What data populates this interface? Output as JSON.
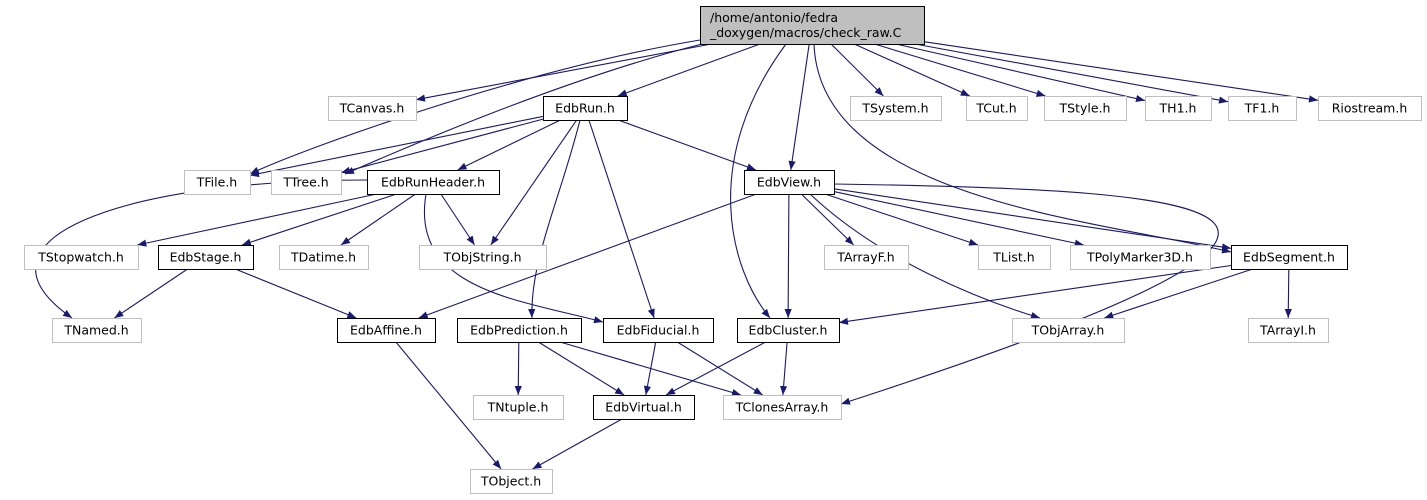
{
  "title": "",
  "colors": {
    "edge": "#191970",
    "root_fill": "#bfbfbf",
    "local_border": "#000000",
    "external_border": "#bfbfbf"
  },
  "nodes": [
    {
      "id": "root",
      "lines": [
        "/home/antonio/fedra",
        "_doxygen/macros/check_raw.C"
      ],
      "kind": "root"
    },
    {
      "id": "tcanvas",
      "lines": [
        "TCanvas.h"
      ],
      "kind": "external"
    },
    {
      "id": "edbrun",
      "lines": [
        "EdbRun.h"
      ],
      "kind": "local"
    },
    {
      "id": "tsystem",
      "lines": [
        "TSystem.h"
      ],
      "kind": "external"
    },
    {
      "id": "tcut",
      "lines": [
        "TCut.h"
      ],
      "kind": "external"
    },
    {
      "id": "tstyle",
      "lines": [
        "TStyle.h"
      ],
      "kind": "external"
    },
    {
      "id": "th1",
      "lines": [
        "TH1.h"
      ],
      "kind": "external"
    },
    {
      "id": "tf1",
      "lines": [
        "TF1.h"
      ],
      "kind": "external"
    },
    {
      "id": "riostream",
      "lines": [
        "Riostream.h"
      ],
      "kind": "external"
    },
    {
      "id": "tfile",
      "lines": [
        "TFile.h"
      ],
      "kind": "external"
    },
    {
      "id": "ttree",
      "lines": [
        "TTree.h"
      ],
      "kind": "external"
    },
    {
      "id": "edbrunheader",
      "lines": [
        "EdbRunHeader.h"
      ],
      "kind": "local"
    },
    {
      "id": "edbview",
      "lines": [
        "EdbView.h"
      ],
      "kind": "local"
    },
    {
      "id": "tstopwatch",
      "lines": [
        "TStopwatch.h"
      ],
      "kind": "external"
    },
    {
      "id": "edbstage",
      "lines": [
        "EdbStage.h"
      ],
      "kind": "local"
    },
    {
      "id": "tdatime",
      "lines": [
        "TDatime.h"
      ],
      "kind": "external"
    },
    {
      "id": "tobjstring",
      "lines": [
        "TObjString.h"
      ],
      "kind": "external"
    },
    {
      "id": "tarrayf",
      "lines": [
        "TArrayF.h"
      ],
      "kind": "external"
    },
    {
      "id": "tlist",
      "lines": [
        "TList.h"
      ],
      "kind": "external"
    },
    {
      "id": "tpolymarker3d",
      "lines": [
        "TPolyMarker3D.h"
      ],
      "kind": "external"
    },
    {
      "id": "edbsegment",
      "lines": [
        "EdbSegment.h"
      ],
      "kind": "local"
    },
    {
      "id": "tnamed",
      "lines": [
        "TNamed.h"
      ],
      "kind": "external"
    },
    {
      "id": "edbaffine",
      "lines": [
        "EdbAffine.h"
      ],
      "kind": "local"
    },
    {
      "id": "edbprediction",
      "lines": [
        "EdbPrediction.h"
      ],
      "kind": "local"
    },
    {
      "id": "edbfiducial",
      "lines": [
        "EdbFiducial.h"
      ],
      "kind": "local"
    },
    {
      "id": "edbcluster",
      "lines": [
        "EdbCluster.h"
      ],
      "kind": "local"
    },
    {
      "id": "tobjarray",
      "lines": [
        "TObjArray.h"
      ],
      "kind": "external"
    },
    {
      "id": "tarrayi",
      "lines": [
        "TArrayI.h"
      ],
      "kind": "external"
    },
    {
      "id": "tntuple",
      "lines": [
        "TNtuple.h"
      ],
      "kind": "external"
    },
    {
      "id": "edbvirtual",
      "lines": [
        "EdbVirtual.h"
      ],
      "kind": "local"
    },
    {
      "id": "tclonesarray",
      "lines": [
        "TClonesArray.h"
      ],
      "kind": "external"
    },
    {
      "id": "tobject",
      "lines": [
        "TObject.h"
      ],
      "kind": "external"
    }
  ],
  "edges": [
    {
      "from": "root",
      "to": "tcanvas"
    },
    {
      "from": "root",
      "to": "edbrun"
    },
    {
      "from": "root",
      "to": "tsystem"
    },
    {
      "from": "root",
      "to": "tcut"
    },
    {
      "from": "root",
      "to": "tstyle"
    },
    {
      "from": "root",
      "to": "th1"
    },
    {
      "from": "root",
      "to": "tf1"
    },
    {
      "from": "root",
      "to": "riostream"
    },
    {
      "from": "root",
      "to": "tfile"
    },
    {
      "from": "root",
      "to": "ttree"
    },
    {
      "from": "root",
      "to": "edbview"
    },
    {
      "from": "root",
      "to": "edbsegment"
    },
    {
      "from": "root",
      "to": "edbcluster"
    },
    {
      "from": "edbrun",
      "to": "tfile"
    },
    {
      "from": "edbrun",
      "to": "ttree"
    },
    {
      "from": "edbrun",
      "to": "edbrunheader"
    },
    {
      "from": "edbrun",
      "to": "tobjstring"
    },
    {
      "from": "edbrun",
      "to": "edbview"
    },
    {
      "from": "edbrun",
      "to": "edbprediction"
    },
    {
      "from": "edbrun",
      "to": "edbfiducial"
    },
    {
      "from": "edbrunheader",
      "to": "tnamed"
    },
    {
      "from": "edbrunheader",
      "to": "tstopwatch"
    },
    {
      "from": "edbrunheader",
      "to": "edbstage"
    },
    {
      "from": "edbrunheader",
      "to": "tdatime"
    },
    {
      "from": "edbrunheader",
      "to": "tobjstring"
    },
    {
      "from": "edbrunheader",
      "to": "edbfiducial"
    },
    {
      "from": "edbstage",
      "to": "tnamed"
    },
    {
      "from": "edbstage",
      "to": "edbaffine"
    },
    {
      "from": "edbview",
      "to": "edbaffine"
    },
    {
      "from": "edbview",
      "to": "tarrayf"
    },
    {
      "from": "edbview",
      "to": "tlist"
    },
    {
      "from": "edbview",
      "to": "tpolymarker3d"
    },
    {
      "from": "edbview",
      "to": "edbsegment"
    },
    {
      "from": "edbview",
      "to": "edbcluster"
    },
    {
      "from": "edbview",
      "to": "tobjarray"
    },
    {
      "from": "edbview",
      "to": "tclonesarray"
    },
    {
      "from": "edbsegment",
      "to": "edbcluster"
    },
    {
      "from": "edbsegment",
      "to": "tobjarray"
    },
    {
      "from": "edbsegment",
      "to": "tarrayi"
    },
    {
      "from": "edbaffine",
      "to": "tobject"
    },
    {
      "from": "edbprediction",
      "to": "tntuple"
    },
    {
      "from": "edbprediction",
      "to": "edbvirtual"
    },
    {
      "from": "edbprediction",
      "to": "tclonesarray"
    },
    {
      "from": "edbfiducial",
      "to": "edbvirtual"
    },
    {
      "from": "edbfiducial",
      "to": "tclonesarray"
    },
    {
      "from": "edbcluster",
      "to": "edbvirtual"
    },
    {
      "from": "edbcluster",
      "to": "tclonesarray"
    },
    {
      "from": "edbvirtual",
      "to": "tobject"
    }
  ]
}
